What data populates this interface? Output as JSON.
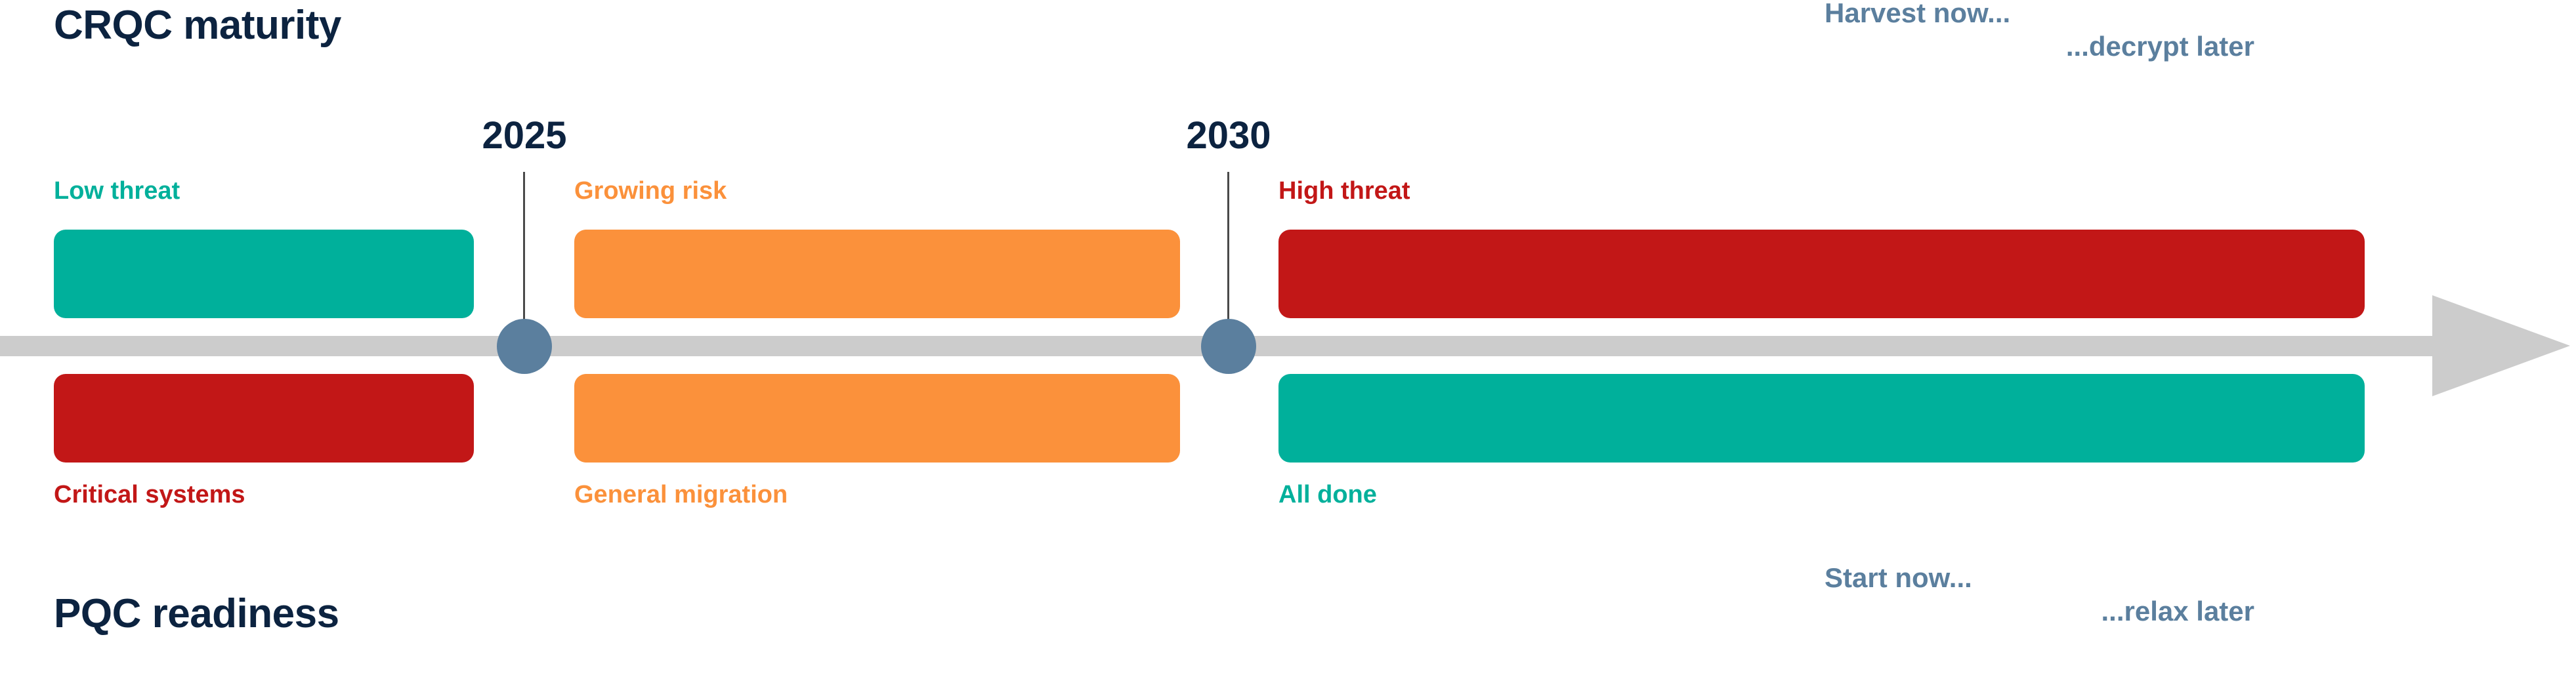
{
  "colors": {
    "navy": "#0C2340",
    "teal": "#00B09B",
    "orange": "#FB913B",
    "red": "#C21717",
    "steel_blue": "#5B7F9E",
    "axis_gray": "#CCCCCC",
    "connector_gray": "#4A4A4A",
    "background": "#FFFFFF"
  },
  "sections": {
    "top_title": "CRQC maturity",
    "bottom_title": "PQC readiness"
  },
  "annotations": [
    {
      "name": "harvest-now-decrypt-later",
      "line1": "Harvest now...",
      "line2": "...decrypt later",
      "color": "#5B7F9E"
    },
    {
      "name": "start-now-relax-later",
      "line1": "Start now...",
      "line2": "...relax later",
      "color": "#5B7F9E"
    }
  ],
  "milestones": [
    {
      "year": "2025"
    },
    {
      "year": "2030"
    }
  ],
  "chart_data": {
    "type": "table",
    "title": "CRQC maturity vs PQC readiness timeline",
    "axis": {
      "orientation": "horizontal",
      "direction": "left-to-right",
      "arrow": true,
      "milestones": [
        "2025",
        "2030"
      ],
      "segments": [
        "before 2025",
        "2025-2030",
        "after 2030"
      ]
    },
    "rows": [
      {
        "name": "CRQC maturity",
        "position": "above-axis",
        "phases": [
          {
            "label": "Low threat",
            "segment": "before 2025",
            "color": "#00B09B"
          },
          {
            "label": "Growing risk",
            "segment": "2025-2030",
            "color": "#FB913B"
          },
          {
            "label": "High threat",
            "segment": "after 2030",
            "color": "#C21717"
          }
        ]
      },
      {
        "name": "PQC readiness",
        "position": "below-axis",
        "phases": [
          {
            "label": "Critical systems",
            "segment": "before 2025",
            "color": "#C21717"
          },
          {
            "label": "General migration",
            "segment": "2025-2030",
            "color": "#FB913B"
          },
          {
            "label": "All done",
            "segment": "after 2030",
            "color": "#00B09B"
          }
        ]
      }
    ],
    "callouts": [
      {
        "text": "Harvest now... ...decrypt later",
        "attached_to": "CRQC maturity"
      },
      {
        "text": "Start now... ...relax later",
        "attached_to": "PQC readiness"
      }
    ]
  }
}
